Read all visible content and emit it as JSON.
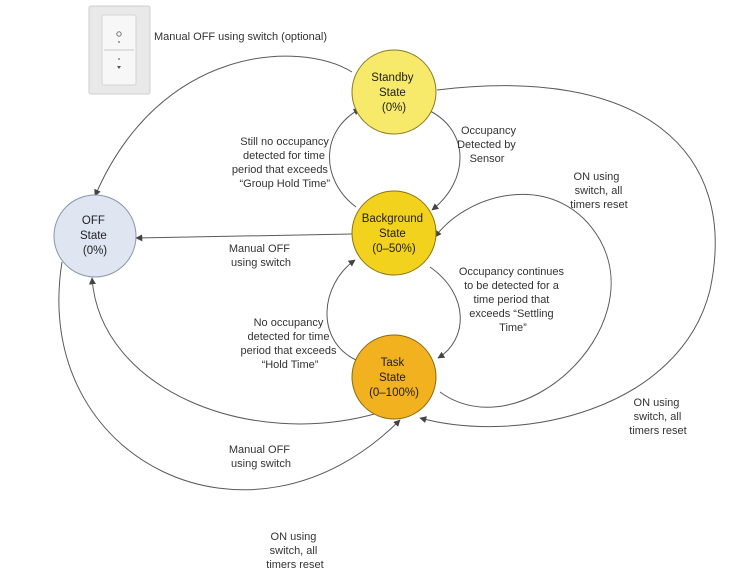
{
  "diagram": {
    "colors": {
      "off_fill": "#dfe6f2",
      "standby_fill": "#f7ea6b",
      "background_fill": "#f2d21c",
      "task_fill": "#f2b21f",
      "line": "#5a5a5a"
    },
    "states": {
      "off": {
        "line1": "OFF",
        "line2": "State",
        "line3": "(0%)"
      },
      "standby": {
        "line1": "Standby",
        "line2": "State",
        "line3": "(0%)"
      },
      "background": {
        "line1": "Background",
        "line2": "State",
        "line3": "(0–50%)"
      },
      "task": {
        "line1": "Task",
        "line2": "State",
        "line3": "(0–100%)"
      }
    },
    "transitions": {
      "manual_off_optional": [
        "Manual OFF using switch (optional)"
      ],
      "still_no_occupancy": [
        "Still no occupancy",
        "detected for time",
        "period that exceeds",
        "“Group Hold Time”"
      ],
      "occupancy_detected": [
        "Occupancy",
        "Detected by",
        "Sensor"
      ],
      "on_reset_upper": [
        "ON using",
        "switch, all",
        "timers reset"
      ],
      "manual_off_background": [
        "Manual OFF",
        "using switch"
      ],
      "occupancy_continues": [
        "Occupancy continues",
        "to be detected for a",
        "time period that",
        "exceeds “Settling",
        "Time”"
      ],
      "no_occupancy_hold": [
        "No occupancy",
        "detected for time",
        "period that exceeds",
        "“Hold Time”"
      ],
      "on_reset_right": [
        "ON using",
        "switch, all",
        "timers reset"
      ],
      "manual_off_task": [
        "Manual OFF",
        "using switch"
      ],
      "on_reset_bottom": [
        "ON using",
        "switch, all",
        "timers reset"
      ]
    }
  }
}
